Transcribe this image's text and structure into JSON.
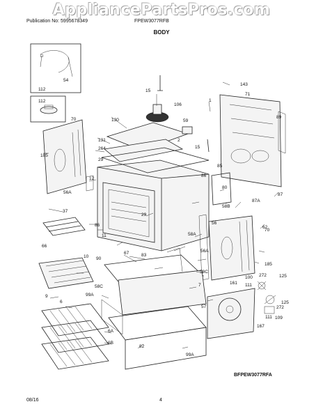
{
  "watermark": "AppliancePartsPros.com",
  "header": {
    "publication": "Publication No: 5995678349",
    "model": "FPEW3077RFB",
    "section_title": "BODY"
  },
  "footer": {
    "date": "08/16",
    "page": "4",
    "drawing_id": "BFPEW3077RFA"
  },
  "part_labels": {
    "p112": "112",
    "p54": "54",
    "p15": "15",
    "p106": "106",
    "p143": "143",
    "p71": "71",
    "p1": "1",
    "p130": "130",
    "p59": "59",
    "p2": "2",
    "p131": "131",
    "p264": "264",
    "p29a": "29",
    "p185a": "185",
    "p70a": "70",
    "p56Aa": "56A",
    "p12": "12",
    "p37": "37",
    "p66": "66",
    "p86a": "86",
    "p11": "11",
    "p29b": "29",
    "p10": "10",
    "p9": "9",
    "p90": "90",
    "p67": "67",
    "p83": "83",
    "p58Ca": "58C",
    "p99Aa": "99A",
    "p6": "6",
    "p6A": "6A",
    "p6B": "6B",
    "p82": "82",
    "p99Ab": "99A",
    "p7": "7",
    "p58A": "58A",
    "p58B": "58B",
    "p86b": "86",
    "p85": "85",
    "p80": "80",
    "p87A": "87A",
    "p87": "87",
    "p15b": "15",
    "p89": "89",
    "p62": "62",
    "p56": "56",
    "p70b": "70",
    "p56Ab": "56A",
    "p58Cb": "58C",
    "p57": "57",
    "p185b": "185",
    "p100": "100",
    "p272a": "272",
    "p161": "161",
    "p125a": "125",
    "p111a": "111",
    "p272b": "272",
    "p125b": "125",
    "p111b": "111",
    "p109": "109",
    "p167": "167"
  }
}
